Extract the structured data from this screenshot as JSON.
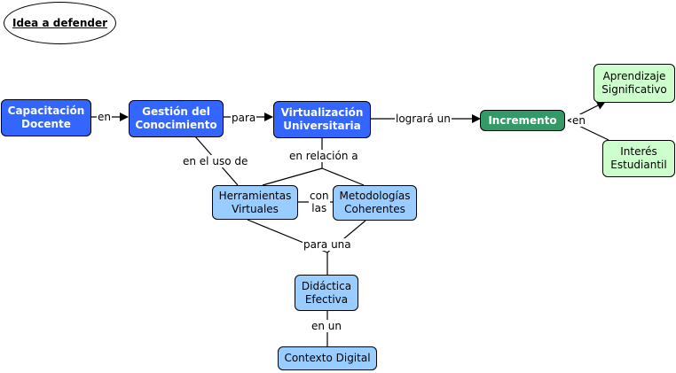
{
  "title": "Idea a defender",
  "nodes": {
    "capacitacion": "Capacitación\nDocente",
    "gestion": "Gestión del\nConocimiento",
    "virtualizacion": "Virtualización\nUniversitaria",
    "incremento": "Incremento",
    "aprendizaje": "Aprendizaje\nSignificativo",
    "interes": "Interés\nEstudiantil",
    "herramientas": "Herramientas\nVirtuales",
    "metodologias": "Metodologías\nCoherentes",
    "didactica": "Didáctica\nEfectiva",
    "contexto": "Contexto Digital"
  },
  "links": {
    "en_1": "en",
    "para": "para",
    "lograra_un": "logrará un",
    "en_2": "en",
    "en_el_uso_de": "en el uso de",
    "en_relacion_a": "en relación a",
    "con_las": "con\nlas",
    "para_una": "para una",
    "en_un": "en un"
  },
  "colors": {
    "primary_node": "#3366ff",
    "outcome_node": "#339966",
    "secondary_node": "#99ccff",
    "result_node": "#ccffcc"
  }
}
